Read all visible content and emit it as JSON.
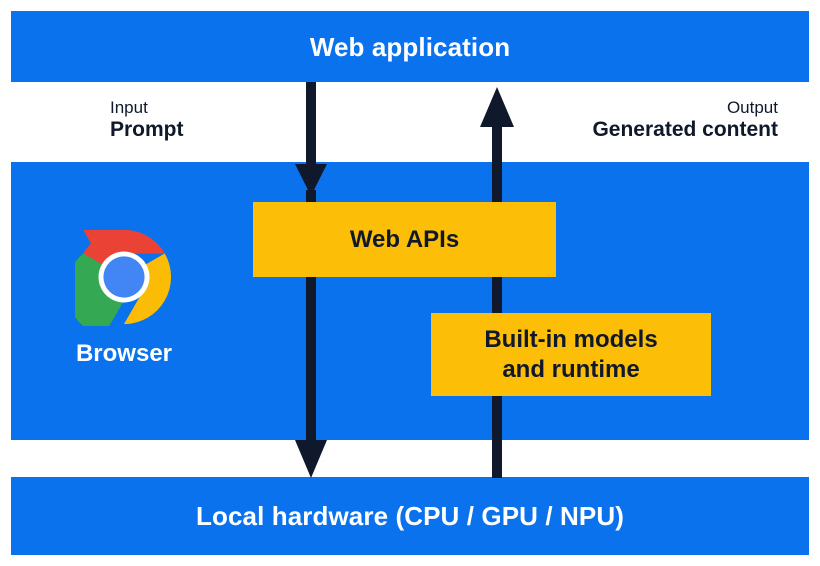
{
  "diagram": {
    "bands": [
      {
        "id": "top",
        "title": "Web application"
      },
      {
        "id": "middle",
        "title": ""
      },
      {
        "id": "bottom",
        "title": "Local hardware (CPU / GPU / NPU)"
      }
    ],
    "annotations": {
      "input": {
        "kind": "Input",
        "value": "Prompt"
      },
      "output": {
        "kind": "Output",
        "value": "Generated content"
      }
    },
    "boxes": {
      "web_apis": {
        "label": "Web APIs"
      },
      "builtin": {
        "line1": "Built-in models",
        "line2": "and runtime"
      }
    },
    "browser": {
      "label": "Browser",
      "icon": "chrome-logo-icon"
    },
    "arrows": [
      {
        "id": "request-down",
        "direction": "down",
        "from": "Web application",
        "to": "Local hardware (CPU / GPU / NPU)"
      },
      {
        "id": "response-up",
        "direction": "up",
        "from": "Local hardware (CPU / GPU / NPU)",
        "to": "Web application"
      }
    ],
    "colors": {
      "band_blue": "#0B72EE",
      "box_yellow": "#FDBE08",
      "arrow_navy": "#10182B",
      "text_white": "#FFFFFF",
      "text_navy": "#10182B",
      "chrome_red": "#EA4335",
      "chrome_yellow": "#FBBC05",
      "chrome_green": "#34A853",
      "chrome_blue": "#4285F4"
    }
  }
}
